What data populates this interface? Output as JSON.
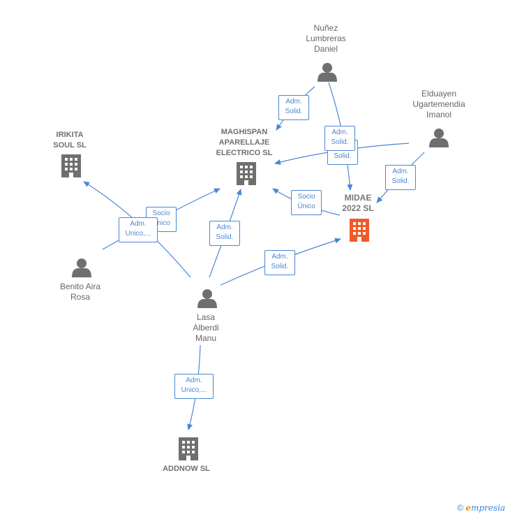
{
  "colors": {
    "edge": "#4a86d4",
    "person_icon": "#6f6f6f",
    "company_icon": "#6f6f6f",
    "focus_company_icon": "#f05a28"
  },
  "nodes": {
    "nunez": {
      "label": "Nuñez\nLumbreras\nDaniel",
      "type": "person"
    },
    "elduayen": {
      "label": "Elduayen\nUgartemendia\nImanol",
      "type": "person"
    },
    "irikita": {
      "label": "IRIKITA\nSOUL  SL",
      "type": "company"
    },
    "maghispan": {
      "label": "MAGHISPAN\nAPARELLAJE\nELECTRICO  SL",
      "type": "company"
    },
    "midae": {
      "label": "MIDAE\n2022  SL",
      "type": "focus-company"
    },
    "benito": {
      "label": "Benito Aira\nRosa",
      "type": "person"
    },
    "lasa": {
      "label": "Lasa\nAlberdi\nManu",
      "type": "person"
    },
    "addnow": {
      "label": "ADDNOW  SL",
      "type": "company"
    }
  },
  "edges": {
    "nunez_maghispan": "Adm.\nSolid.",
    "nunez_midae": "Adm.\nSolid.",
    "elduayen_maghispan": "Adm.\nSolid.",
    "elduayen_midae": "Adm.\nSolid.",
    "midae_maghispan": "Socio\nÚnico",
    "benito_maghispan": "Socio\nÚnico",
    "benito_irikita": "Adm.\nUnico,...",
    "lasa_maghispan": "Adm.\nSolid.",
    "lasa_midae": "Adm.\nSolid.",
    "lasa_addnow": "Adm.\nUnico,..."
  },
  "footer": {
    "copyright": "©",
    "brand_e": "e",
    "brand_rest": "mpresia"
  }
}
